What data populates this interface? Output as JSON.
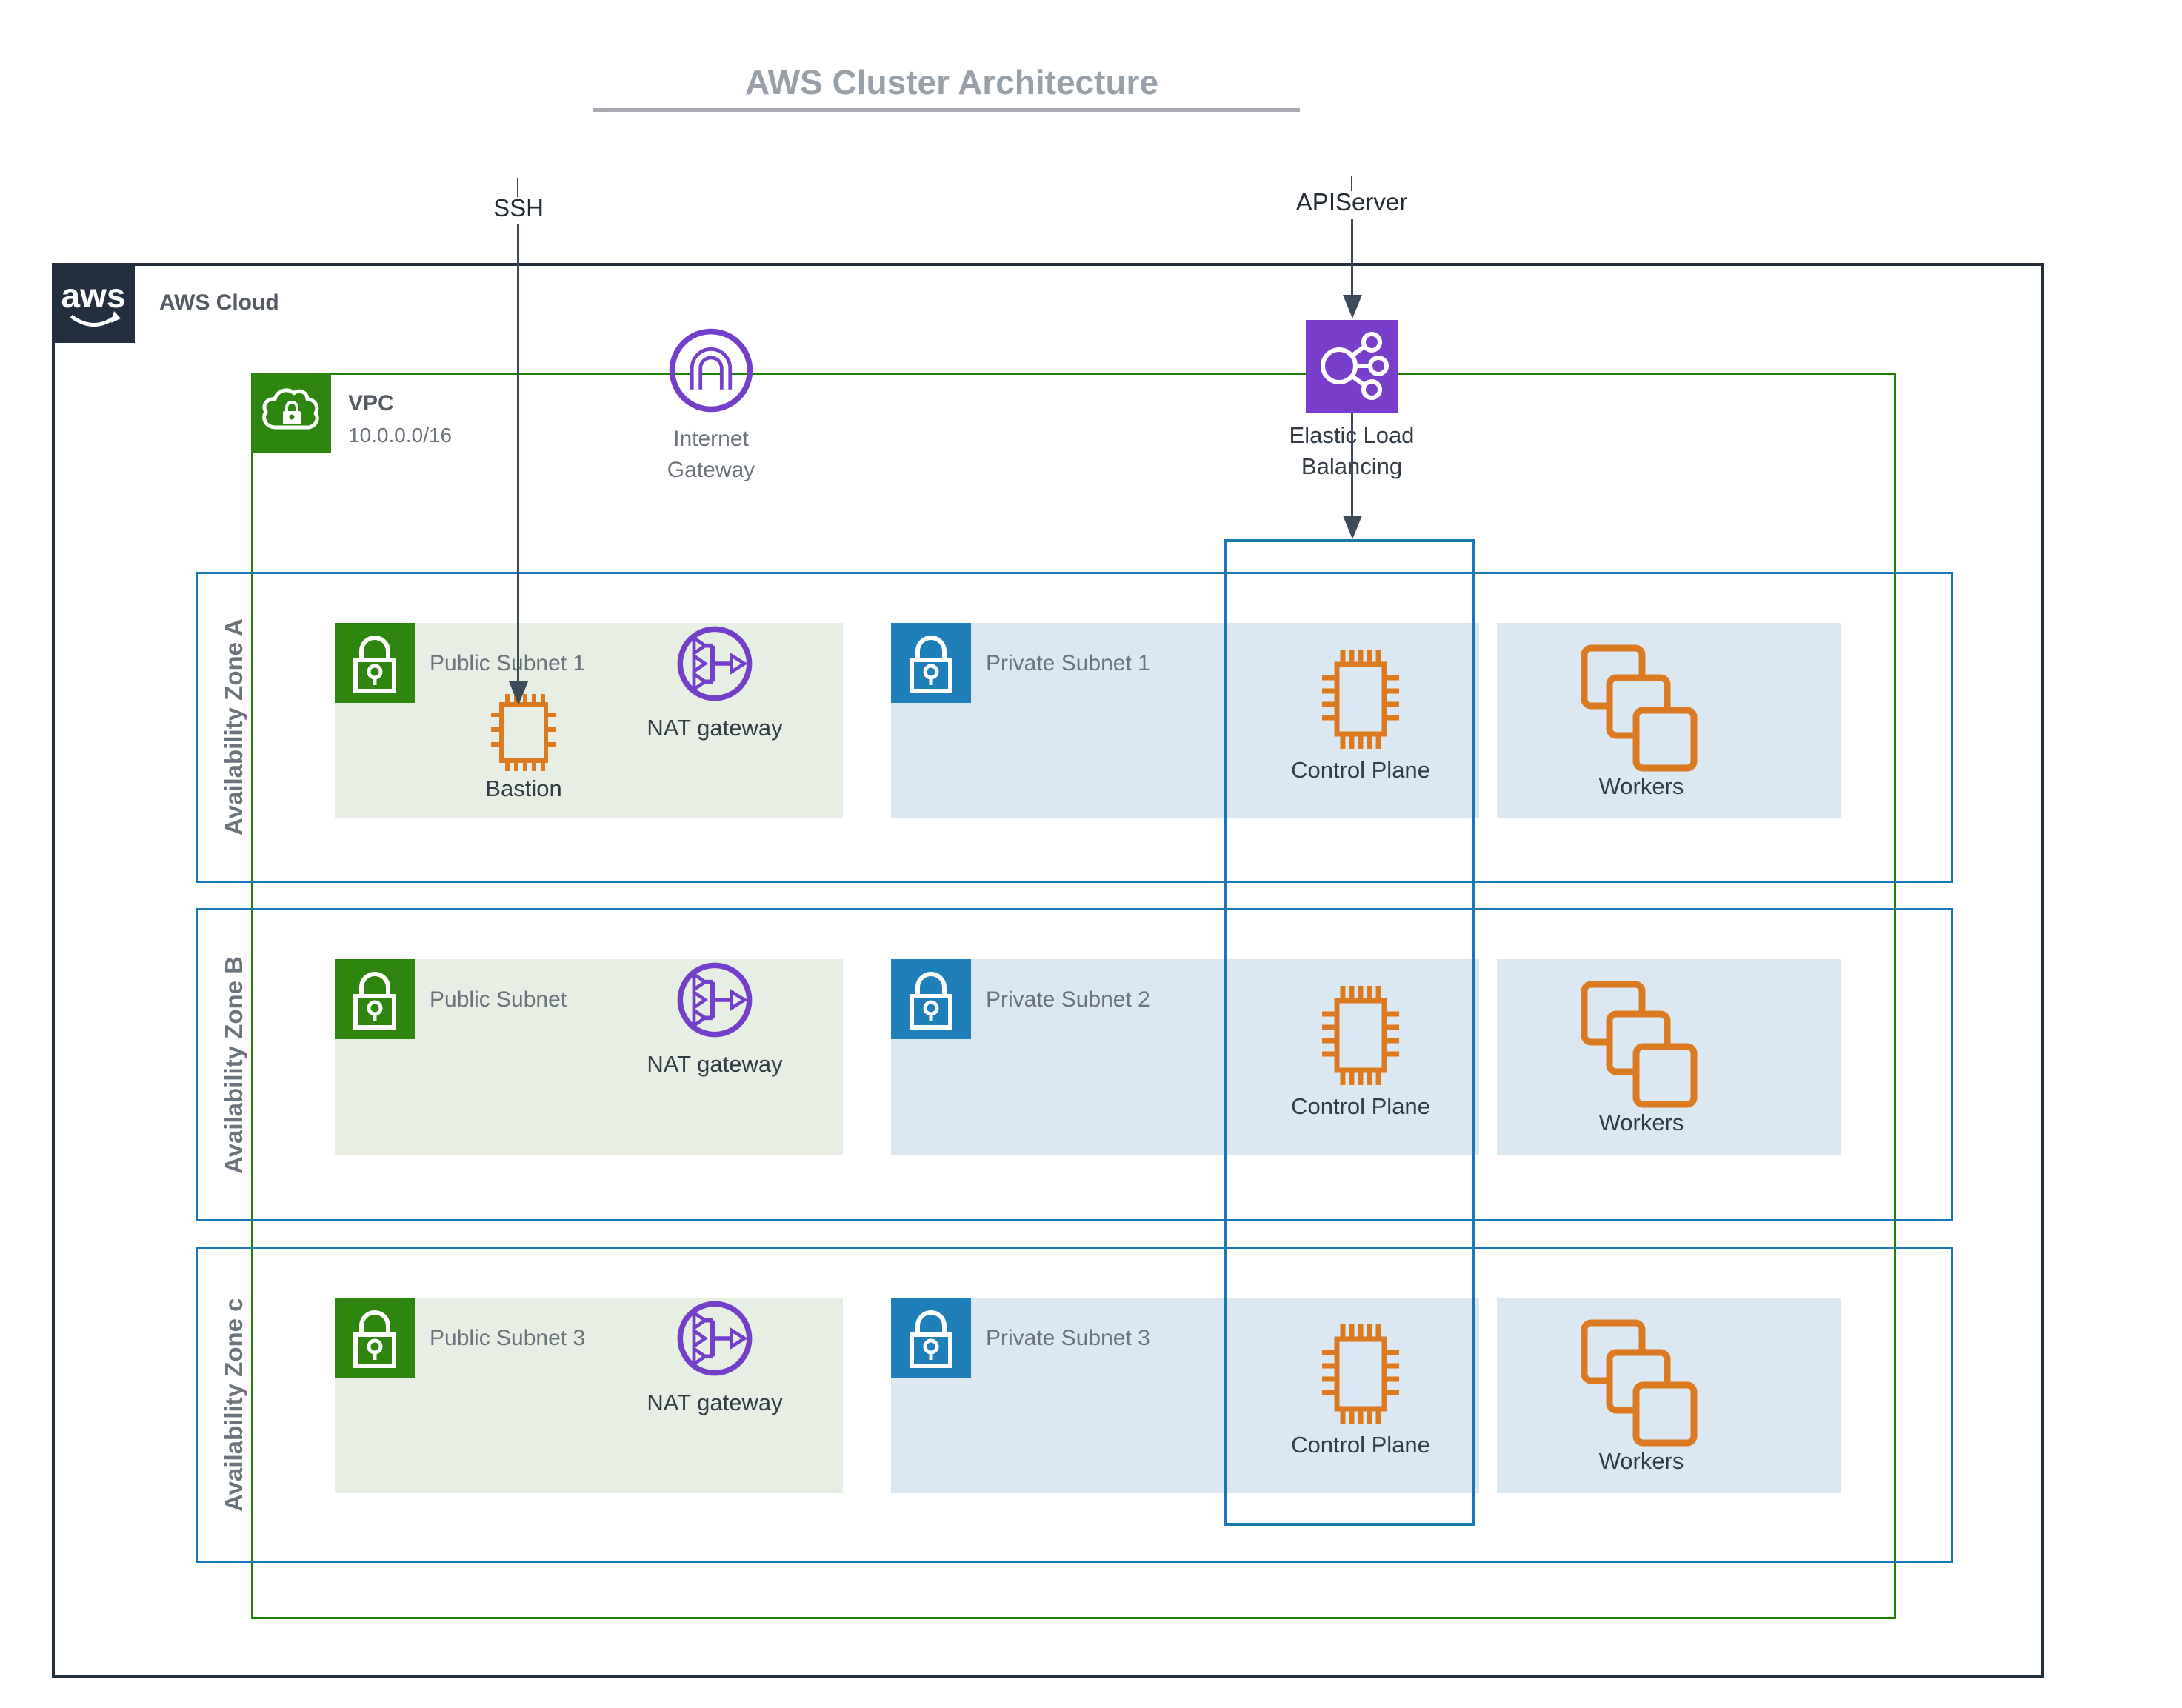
{
  "title": "AWS Cluster Architecture",
  "connectors": {
    "ssh": "SSH",
    "apiserver": "APIServer"
  },
  "aws_cloud": {
    "logo_text": "aws",
    "label": "AWS Cloud"
  },
  "vpc": {
    "label": "VPC",
    "cidr": "10.0.0.0/16"
  },
  "internet_gateway": {
    "line1": "Internet",
    "line2": "Gateway"
  },
  "elastic_load_balancing": {
    "line1": "Elastic Load",
    "line2": "Balancing"
  },
  "zones": [
    {
      "name": "Availability Zone A",
      "public_subnet": "Public Subnet 1",
      "nat_gateway": "NAT gateway",
      "bastion": "Bastion",
      "private_subnet": "Private Subnet 1",
      "control_plane": "Control Plane",
      "workers": "Workers"
    },
    {
      "name": "Availability Zone B",
      "public_subnet": "Public Subnet",
      "nat_gateway": "NAT gateway",
      "private_subnet": "Private Subnet 2",
      "control_plane": "Control Plane",
      "workers": "Workers"
    },
    {
      "name": "Availability Zone c",
      "public_subnet": "Public Subnet 3",
      "nat_gateway": "NAT gateway",
      "private_subnet": "Private Subnet 3",
      "control_plane": "Control Plane",
      "workers": "Workers"
    }
  ],
  "colors": {
    "aws_navy": "#232f3e",
    "vpc_green_border": "#1d8102",
    "public_subnet_bg": "#e7eee3",
    "public_lock_green": "#2e8611",
    "az_blue_border": "#1878b6",
    "private_lock_blue": "#1f7fb9",
    "private_subnet_bg": "#dbe8f2",
    "purple_network": "#7440c9",
    "elb_purple_fill": "#7a3fca",
    "compute_orange": "#dc7a21",
    "arrow_dark": "#3d4a59",
    "title_gray": "#98a0a9"
  },
  "icons": {
    "aws-logo-icon": "aws smile wordmark",
    "vpc-icon": "cloud with lock",
    "internet-gateway-icon": "purple circle with arch",
    "elastic-load-balancing-icon": "purple square, node with three spokes",
    "public-subnet-lock-icon": "white padlock on green square",
    "private-subnet-lock-icon": "white padlock on blue square",
    "nat-gateway-icon": "purple circle with triangles and arrow",
    "bastion-icon": "orange chip outline",
    "control-plane-icon": "orange chip outline",
    "workers-icon": "three stacked orange squares"
  }
}
